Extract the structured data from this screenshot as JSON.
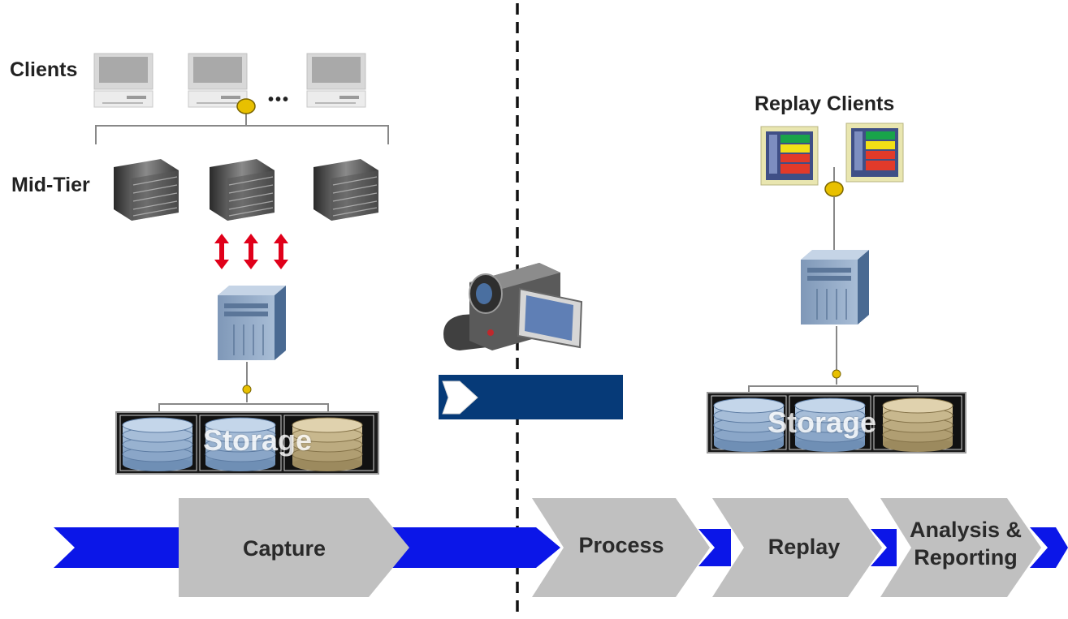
{
  "labels": {
    "clients": "Clients",
    "ellipsis": "•••",
    "mid_tier": "Mid-Tier",
    "storage_left": "Storage",
    "replay_clients": "Replay Clients",
    "storage_right": "Storage"
  },
  "pipeline": {
    "capture": "Capture",
    "process": "Process",
    "replay": "Replay",
    "analysis_line1": "Analysis &",
    "analysis_line2": "Reporting"
  },
  "colors": {
    "flow_blue": "#0b16e8",
    "step_gray": "#c0c0c0",
    "banner_navy": "#063a78",
    "connector_gold": "#e8c000",
    "arrow_red": "#e0001a"
  },
  "icons": [
    "monitor-icon",
    "server-icon",
    "tower-server-icon",
    "database-icon",
    "camcorder-icon",
    "dashboard-icon",
    "double-arrow-icon"
  ]
}
